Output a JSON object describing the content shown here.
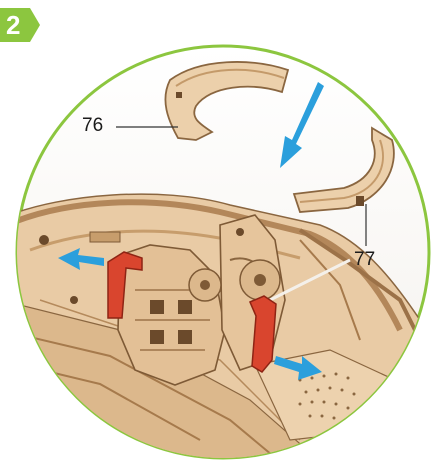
{
  "step": {
    "number": "2"
  },
  "parts": {
    "part_a": {
      "label": "76"
    },
    "part_b": {
      "label": "77"
    }
  },
  "colors": {
    "badge": "#8cc63f",
    "circle": "#8cc63f",
    "wood": "#e7c7a0",
    "wood_dark": "#b3875a",
    "arrow": "#2b9fdc",
    "clip": "#d9452e"
  }
}
